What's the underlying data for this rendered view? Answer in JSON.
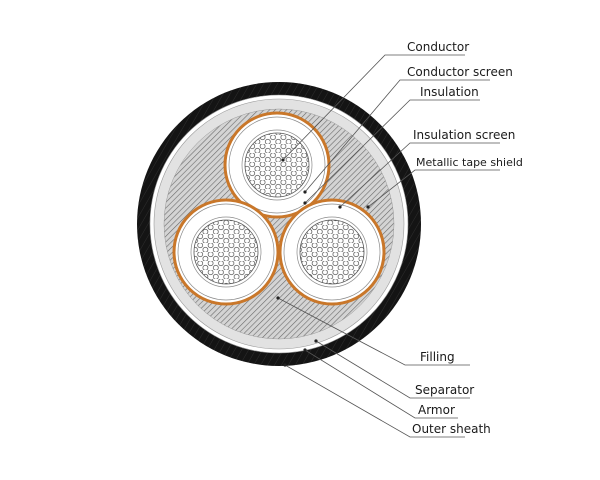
{
  "diagram": {
    "type": "cable-cross-section",
    "description": "Three-core medium voltage power cable cross-section",
    "colors": {
      "outer_sheath": "#141414",
      "armor_gap": "#ffffff",
      "separator": "#e2e2e2",
      "filling_bg": "#cfcfcf",
      "filling_hatch": "#6a6a6a",
      "metallic_tape": "#c9772a",
      "insulation": "#ffffff",
      "screen_line": "#8a8a8a",
      "conductor_strand": "#555555",
      "leader_line": "#555555",
      "label_text": "#1a1a1a"
    },
    "labels": {
      "top": [
        {
          "id": "conductor",
          "text": "Conductor"
        },
        {
          "id": "conductor-screen",
          "text": "Conductor screen"
        },
        {
          "id": "insulation",
          "text": "Insulation"
        },
        {
          "id": "insulation-screen",
          "text": "Insulation screen"
        },
        {
          "id": "metallic-tape-shield",
          "text": "Metallic tape shield"
        }
      ],
      "bottom": [
        {
          "id": "filling",
          "text": "Filling"
        },
        {
          "id": "separator",
          "text": "Separator"
        },
        {
          "id": "armor",
          "text": "Armor"
        },
        {
          "id": "outer-sheath",
          "text": "Outer sheath"
        }
      ]
    },
    "cores": 3
  }
}
